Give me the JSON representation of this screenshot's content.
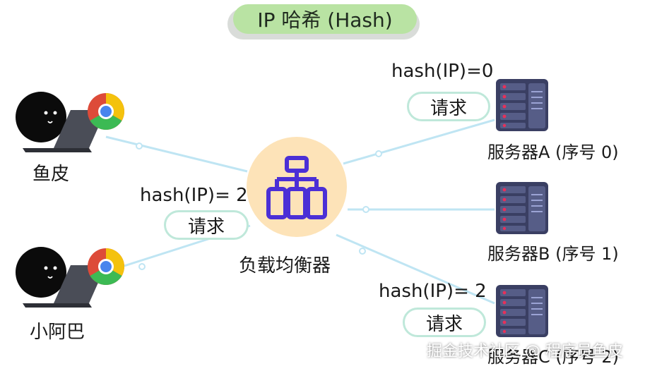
{
  "title": "IP 哈希 (Hash)",
  "clients": [
    {
      "name": "鱼皮"
    },
    {
      "name": "小阿巴"
    }
  ],
  "load_balancer": {
    "label": "负载均衡器"
  },
  "servers": [
    {
      "name": "服务器A (序号 0)"
    },
    {
      "name": "服务器B (序号 1)"
    },
    {
      "name": "服务器C (序号 2)"
    }
  ],
  "hashes": {
    "client_right": "hash(IP)= 2",
    "server_a": "hash(IP)=0",
    "server_c": "hash(IP)= 2"
  },
  "request_label": "请求",
  "watermark": "掘金技术社区 @ 程序员鱼皮",
  "colors": {
    "title_pill": "#b9e3a3",
    "request_border": "#bfe8da",
    "load_balancer_fill": "#fde3b8",
    "load_balancer_icon": "#4b2fd6",
    "link_line": "#bfe5f3",
    "server_body": "#3a3f63",
    "server_led": "#e8305a"
  }
}
